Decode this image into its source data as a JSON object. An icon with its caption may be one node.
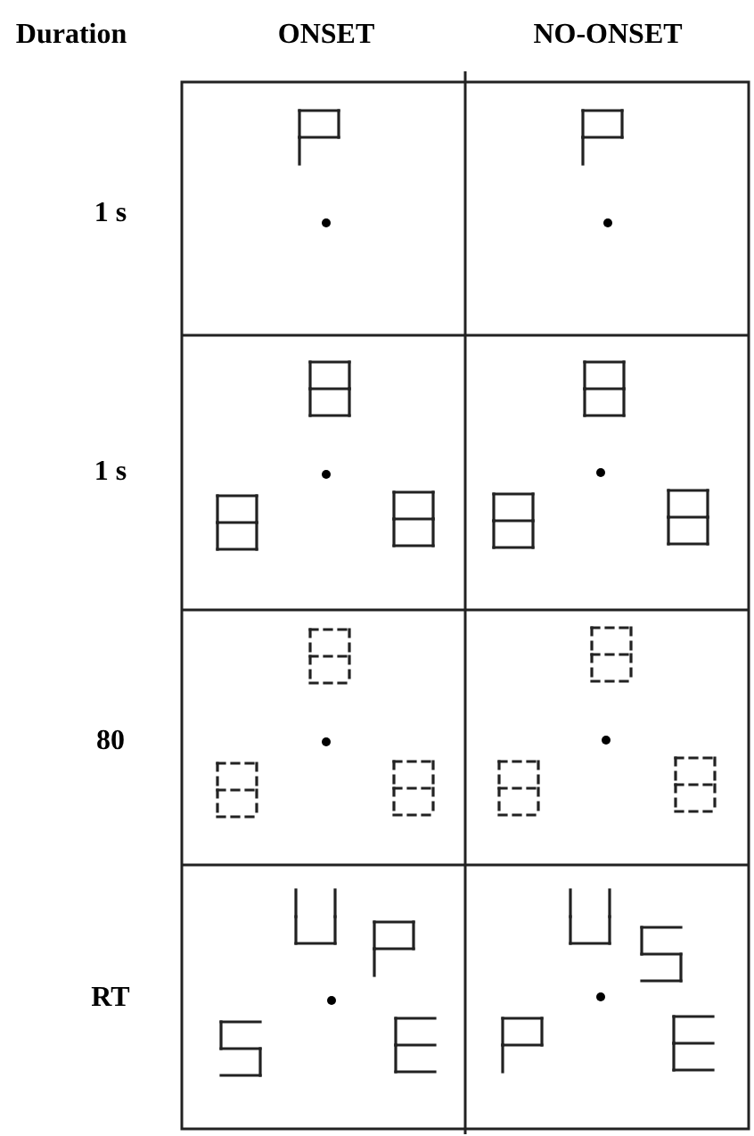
{
  "diagram": {
    "labels": [
      "Duration",
      "ONSET",
      "NO-ONSET",
      "1 s",
      "1 s",
      "80",
      "RT"
    ]
  }
}
